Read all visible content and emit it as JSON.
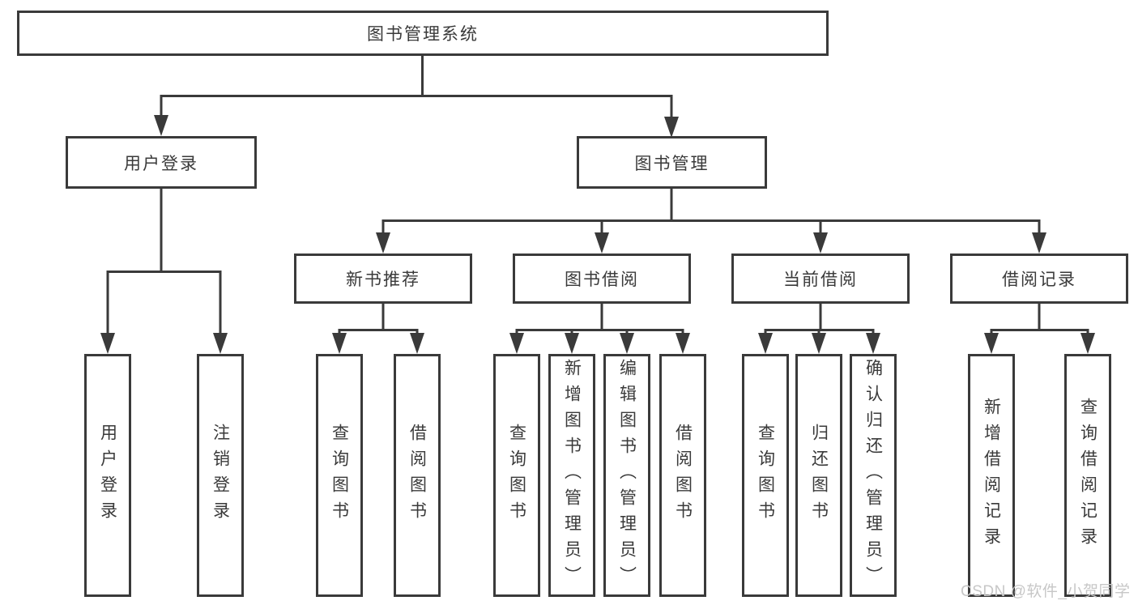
{
  "diagram": {
    "root": "图书管理系统",
    "level2": [
      {
        "id": "user-login",
        "label": "用户登录",
        "children": [
          "用户登录",
          "注销登录"
        ]
      },
      {
        "id": "book-management",
        "label": "图书管理"
      }
    ],
    "level3": [
      {
        "id": "new-book-recommend",
        "label": "新书推荐",
        "children": [
          "查询图书",
          "借阅图书"
        ]
      },
      {
        "id": "book-borrowing",
        "label": "图书借阅",
        "children": [
          "查询图书",
          "新增图书（管理员）",
          "编辑图书（管理员）",
          "借阅图书"
        ]
      },
      {
        "id": "current-borrowing",
        "label": "当前借阅",
        "children": [
          "查询图书",
          "归还图书",
          "确认归还（管理员）"
        ]
      },
      {
        "id": "borrowing-records",
        "label": "借阅记录",
        "children": [
          "新增借阅记录",
          "查询借阅记录"
        ]
      }
    ]
  },
  "watermark": "CSDN @软件_小贺同学",
  "colors": {
    "line": "#3a3a3a",
    "text": "#3a3a3a",
    "watermark": "#c7c7c7",
    "background": "#ffffff"
  }
}
